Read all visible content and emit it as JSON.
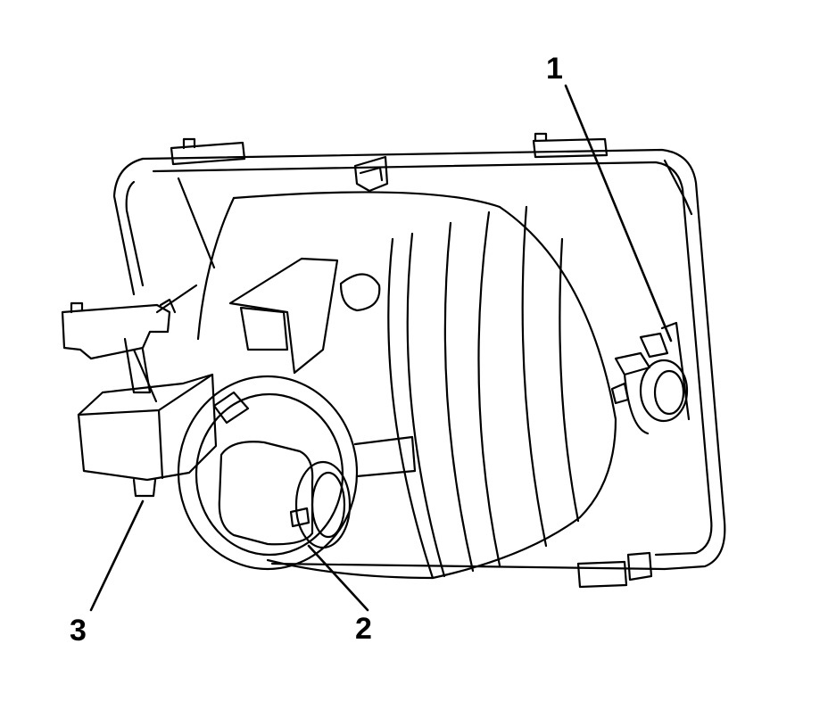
{
  "callouts": {
    "one": "1",
    "two": "2",
    "three": "3"
  },
  "style": {
    "line_color": "#000000",
    "background": "#ffffff"
  }
}
